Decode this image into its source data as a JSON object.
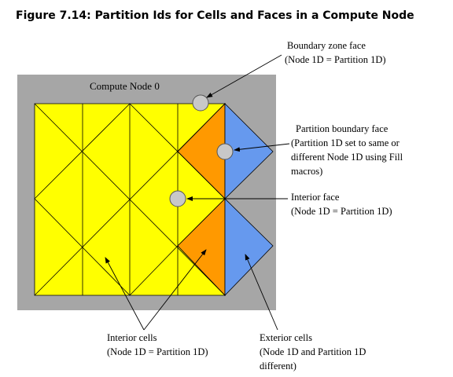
{
  "figure_title": "Figure 7.14: Partition Ids for Cells and Faces in a Compute Node",
  "node_label": "Compute Node 0",
  "annotations": {
    "boundary_zone_face": {
      "line1": "Boundary zone face",
      "line2": "(Node 1D = Partition 1D)"
    },
    "partition_boundary_face": {
      "line1": "Partition boundary face",
      "line2": "(Partition 1D set to same or",
      "line3": "different Node 1D using Fill",
      "line4": "macros)"
    },
    "interior_face": {
      "line1": "Interior face",
      "line2": "(Node 1D = Partition 1D)"
    },
    "interior_cells": {
      "line1": "Interior cells",
      "line2": "(Node 1D = Partition 1D)"
    },
    "exterior_cells": {
      "line1": "Exterior cells",
      "line2": "(Node 1D and Partition 1D",
      "line3": "different)"
    }
  },
  "colors": {
    "node_background": "#a6a6a6",
    "interior_cell": "#ffff00",
    "partition_cell": "#ff9900",
    "exterior_cell": "#6699ee",
    "face_marker": "#c8c8c8",
    "line": "#000000"
  }
}
